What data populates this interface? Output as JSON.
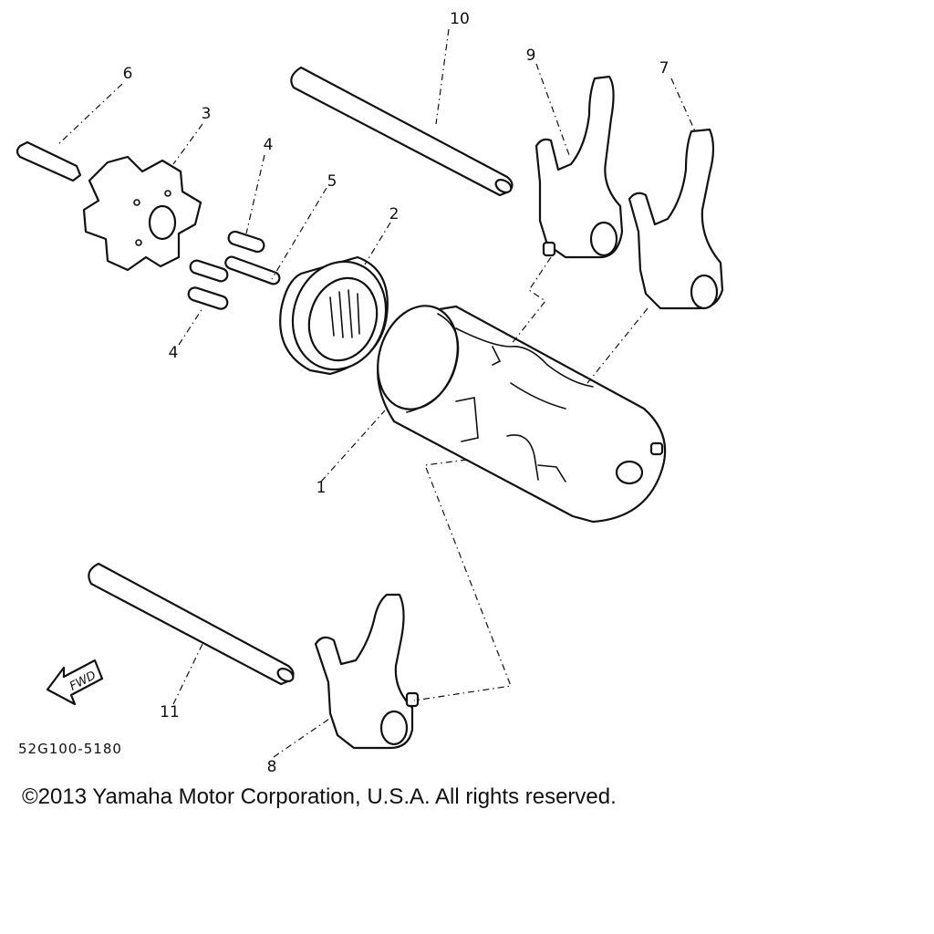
{
  "diagram": {
    "callouts": {
      "p1": "1",
      "p2": "2",
      "p3": "3",
      "p4a": "4",
      "p4b": "4",
      "p5": "5",
      "p6": "6",
      "p7": "7",
      "p8": "8",
      "p9": "9",
      "p10": "10",
      "p11": "11"
    },
    "fwd_label": "FWD",
    "code": "52G100-5180"
  },
  "footer": {
    "copyright": "©2013 Yamaha Motor Corporation, U.S.A. All rights reserved."
  }
}
